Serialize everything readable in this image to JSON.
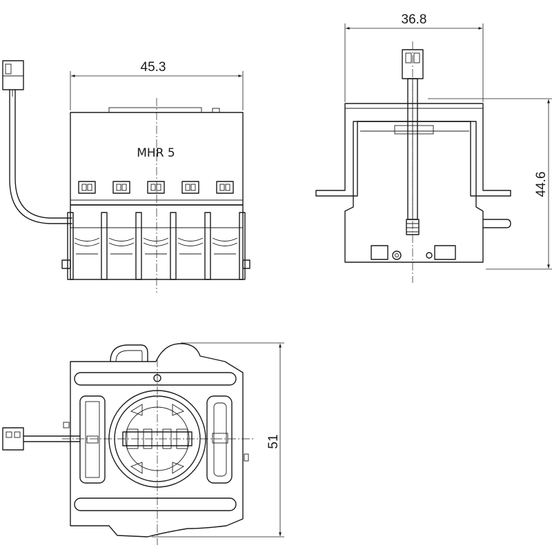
{
  "drawing": {
    "module_label": "MHR 5",
    "dimensions": {
      "front_width": "45.3",
      "side_width": "36.8",
      "side_height": "44.6",
      "top_height": "51"
    }
  }
}
